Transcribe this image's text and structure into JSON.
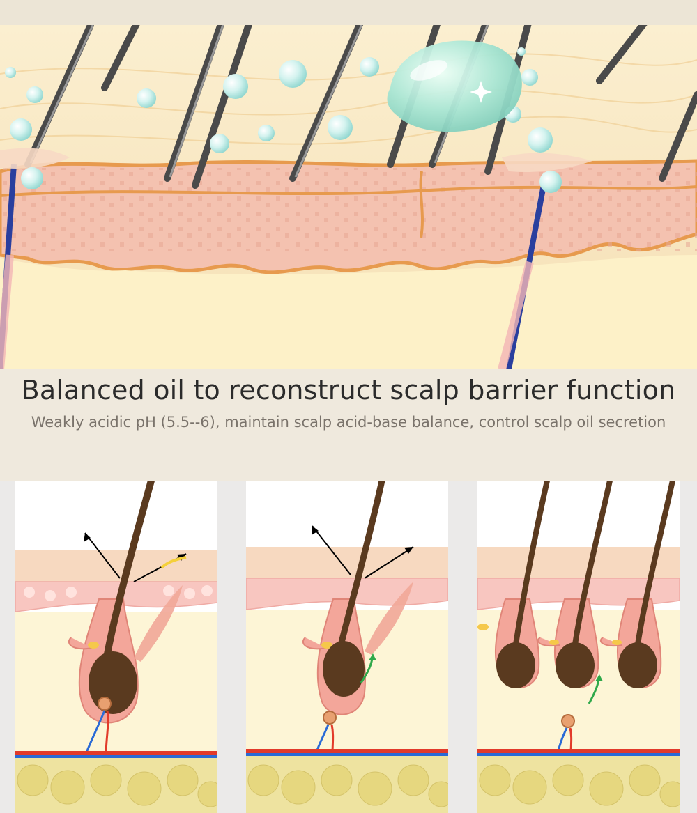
{
  "headline": "Balanced oil to reconstruct scalp barrier function",
  "subline": "Weakly acidic pH (5.5--6), maintain scalp acid-base balance, control scalp oil secretion",
  "icons": {
    "scalp_cross_section": "scalp-layers-illustration",
    "oil_droplet": "oil-droplet-icon",
    "follicle": "hair-follicle-icon",
    "growth_arrow": "upward-arrow-icon"
  },
  "colors": {
    "epidermis": "#f2b9a7",
    "dermis": "#fbefc9",
    "oil_line": "#e79a4e",
    "hair": "#3a2c1f",
    "bubble": "#bfeae6",
    "droplet": "#9fe0cf",
    "fat": "#eadf8e",
    "artery": "#e23a2a",
    "vein": "#2a6ad6"
  }
}
